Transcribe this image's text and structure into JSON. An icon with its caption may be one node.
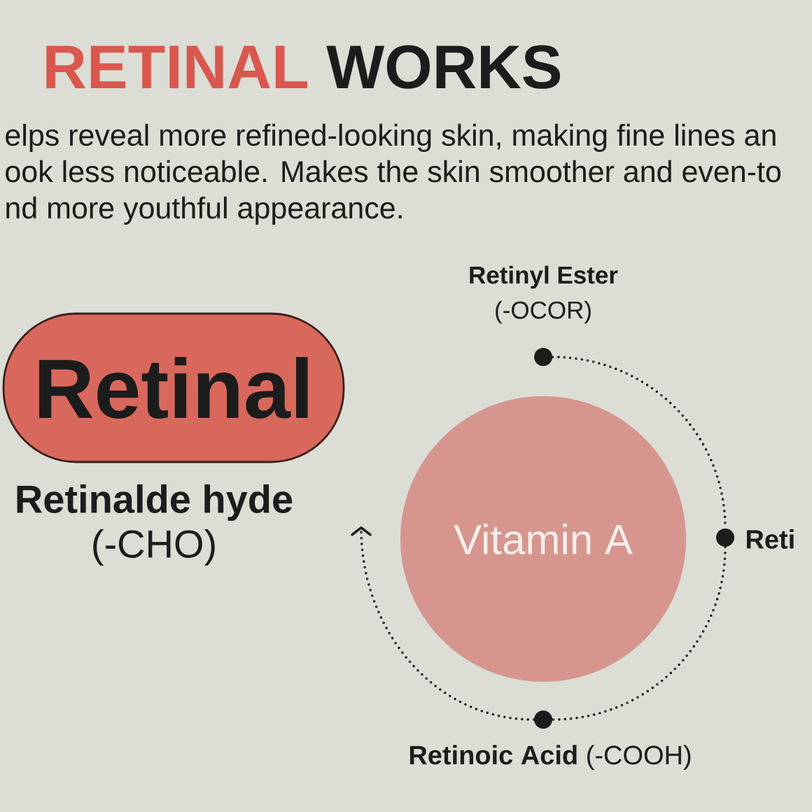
{
  "diagram": {
    "title": "RETINAL WORKS",
    "nodes": [
      {
        "text": [
          "Retinal"
        ],
        "beside": [
          "Retinalde hyde",
          "(-CHO)"
        ]
      },
      {
        "text": [],
        "shape": "circle",
        "beside": [
          "Retinyl Ester",
          "(-OCOR)"
        ]
      },
      {
        "text": [
          "Vitamin A"
        ]
      },
      {
        "text": [],
        "shape": "circle",
        "beside": [
          "Reti"
        ]
      },
      {
        "text": [],
        "shape": "circle",
        "beside": [
          "**Retinoic Acid** (-COOH)"
        ]
      }
    ],
    "edges": [
      {
        "from": 1,
        "to": 3,
        "arrow": "none",
        "style": "dashed"
      },
      {
        "from": 3,
        "to": 4,
        "arrow": "none",
        "style": "dashed"
      },
      {
        "from": 4,
        "to": null,
        "arrow": "to",
        "style": "dashed"
      }
    ],
    "labels": [
      "elps reveal more refined-looking skin, making fine lines an",
      "ook less noticeable. Makes the skin smoother and even-to",
      "nd more youthful appearance."
    ]
  }
}
